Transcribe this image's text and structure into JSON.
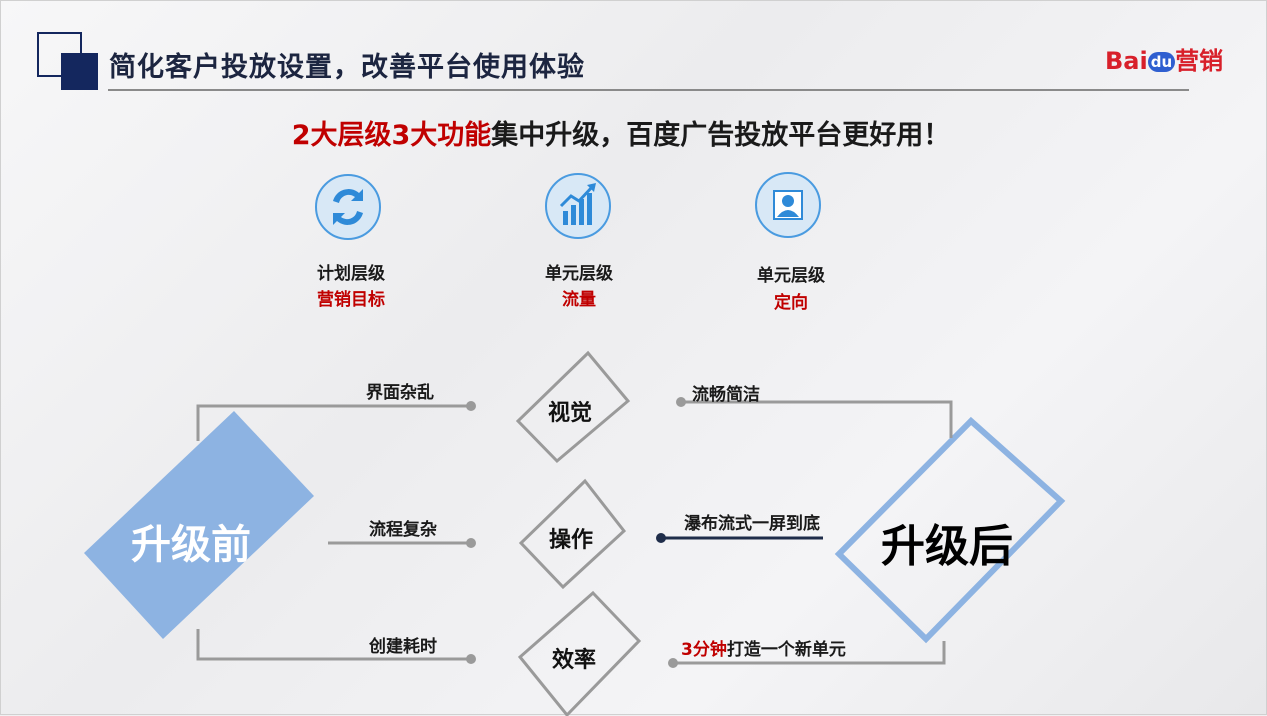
{
  "header": {
    "title": "简化客户投放设置，改善平台使用体验",
    "logo_text_left": "Bai",
    "logo_text_paw": "du",
    "logo_text_right": "营销"
  },
  "subtitle": {
    "highlight": "2大层级3大功能",
    "rest": "集中升级，百度广告投放平台更好用！"
  },
  "features": [
    {
      "icon": "refresh-cycle-icon",
      "level": "计划层级",
      "function": "营销目标"
    },
    {
      "icon": "growth-chart-icon",
      "level": "单元层级",
      "function": "流量"
    },
    {
      "icon": "person-portrait-icon",
      "level": "单元层级",
      "function": "定向"
    }
  ],
  "diagram": {
    "before": "升级前",
    "after": "升级后",
    "rows": [
      {
        "aspect": "视觉",
        "before": "界面杂乱",
        "after": "流畅简洁"
      },
      {
        "aspect": "操作",
        "before": "流程复杂",
        "after": "瀑布流式一屏到底"
      },
      {
        "aspect": "效率",
        "before": "创建耗时",
        "after_highlight": "3分钟",
        "after": "打造一个新单元"
      }
    ]
  },
  "colors": {
    "navy": "#14275e",
    "accent_red": "#c00000",
    "diamond_blue": "#8db3e2",
    "line_gray": "#9a9a9a",
    "dark_line": "#1f2d4a"
  }
}
